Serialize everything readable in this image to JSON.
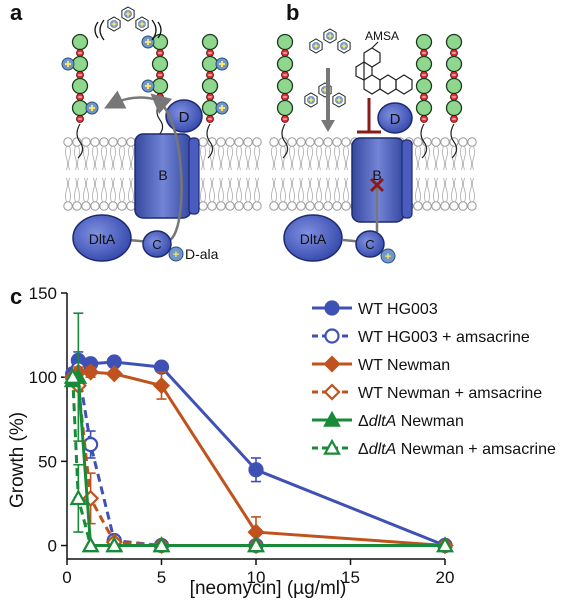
{
  "panels": {
    "a": {
      "letter": "a",
      "protein_labels": {
        "D": "D",
        "B": "B",
        "DltA": "DltA",
        "C": "C",
        "dala": "D-ala"
      }
    },
    "b": {
      "letter": "b",
      "inhibitor": "AMSA",
      "protein_labels": {
        "D": "D",
        "B": "B",
        "DltA": "DltA",
        "C": "C"
      }
    },
    "c": {
      "letter": "c"
    }
  },
  "colors": {
    "blue": "#3f51b5",
    "orange": "#c0531d",
    "green": "#198a38",
    "protein": "#4f63c4",
    "protein_dark": "#2a3a8c",
    "lipid_green": "#8fd68f",
    "lipid_red": "#e0303a",
    "dark_red": "#8b1a1a"
  },
  "chart_data": {
    "type": "line",
    "xlabel": "[neomycin] (µg/ml)",
    "ylabel": "Growth (%)",
    "xlim": [
      0,
      20
    ],
    "ylim": [
      -8,
      150
    ],
    "xticks": [
      0,
      5,
      10,
      15,
      20
    ],
    "yticks": [
      0,
      50,
      100,
      150
    ],
    "legend_position": "right",
    "series": [
      {
        "name": "WT HG003",
        "prefix": "",
        "italic": "",
        "suffix": "WT HG003",
        "color": "#3f51b5",
        "marker": "circle",
        "filled": true,
        "dashed": false,
        "x": [
          0.3,
          0.6,
          1.25,
          2.5,
          5,
          10,
          20
        ],
        "y": [
          102,
          110,
          108,
          109,
          106,
          45,
          0
        ],
        "err": [
          0,
          5,
          3,
          0,
          0,
          7,
          0
        ]
      },
      {
        "name": "WT HG003 + amsacrine",
        "prefix": "",
        "italic": "",
        "suffix": "WT HG003 + amsacrine",
        "color": "#3f51b5",
        "marker": "circle",
        "filled": false,
        "dashed": true,
        "x": [
          0.3,
          0.6,
          1.25,
          2.5,
          5,
          10,
          20
        ],
        "y": [
          100,
          105,
          60,
          3,
          0,
          0,
          0
        ],
        "err": [
          0,
          3,
          8,
          0,
          0,
          0,
          0
        ]
      },
      {
        "name": "WT Newman",
        "prefix": "",
        "italic": "",
        "suffix": "WT Newman",
        "color": "#c0531d",
        "marker": "diamond",
        "filled": true,
        "dashed": false,
        "x": [
          0.3,
          0.6,
          1.25,
          2.5,
          5,
          10,
          20
        ],
        "y": [
          100,
          103,
          103,
          102,
          95,
          8,
          0
        ],
        "err": [
          0,
          3,
          3,
          0,
          8,
          9,
          0
        ]
      },
      {
        "name": "WT Newman + amsacrine",
        "prefix": "",
        "italic": "",
        "suffix": "WT Newman + amsacrine",
        "color": "#c0531d",
        "marker": "diamond",
        "filled": false,
        "dashed": true,
        "x": [
          0.3,
          0.6,
          1.25,
          2.5,
          5,
          10,
          20
        ],
        "y": [
          100,
          95,
          28,
          2,
          0,
          0,
          0
        ],
        "err": [
          0,
          3,
          15,
          0,
          0,
          0,
          0
        ]
      },
      {
        "name": "ΔdltA Newman",
        "prefix": "Δ",
        "italic": "dltA",
        "suffix": " Newman",
        "color": "#198a38",
        "marker": "triangle",
        "filled": true,
        "dashed": false,
        "x": [
          0.3,
          0.6,
          1.25,
          2.5,
          5,
          10,
          20
        ],
        "y": [
          98,
          100,
          0,
          0,
          0,
          0,
          0
        ],
        "err": [
          0,
          38,
          0,
          0,
          0,
          0,
          0
        ]
      },
      {
        "name": "ΔdltA Newman + amsacrine",
        "prefix": "Δ",
        "italic": "dltA",
        "suffix": " Newman + amsacrine",
        "color": "#198a38",
        "marker": "triangle",
        "filled": false,
        "dashed": true,
        "x": [
          0.3,
          0.6,
          1.25,
          2.5,
          5,
          10,
          20
        ],
        "y": [
          100,
          28,
          0,
          0,
          0,
          0,
          0
        ],
        "err": [
          0,
          20,
          0,
          0,
          0,
          0,
          0
        ]
      }
    ]
  }
}
